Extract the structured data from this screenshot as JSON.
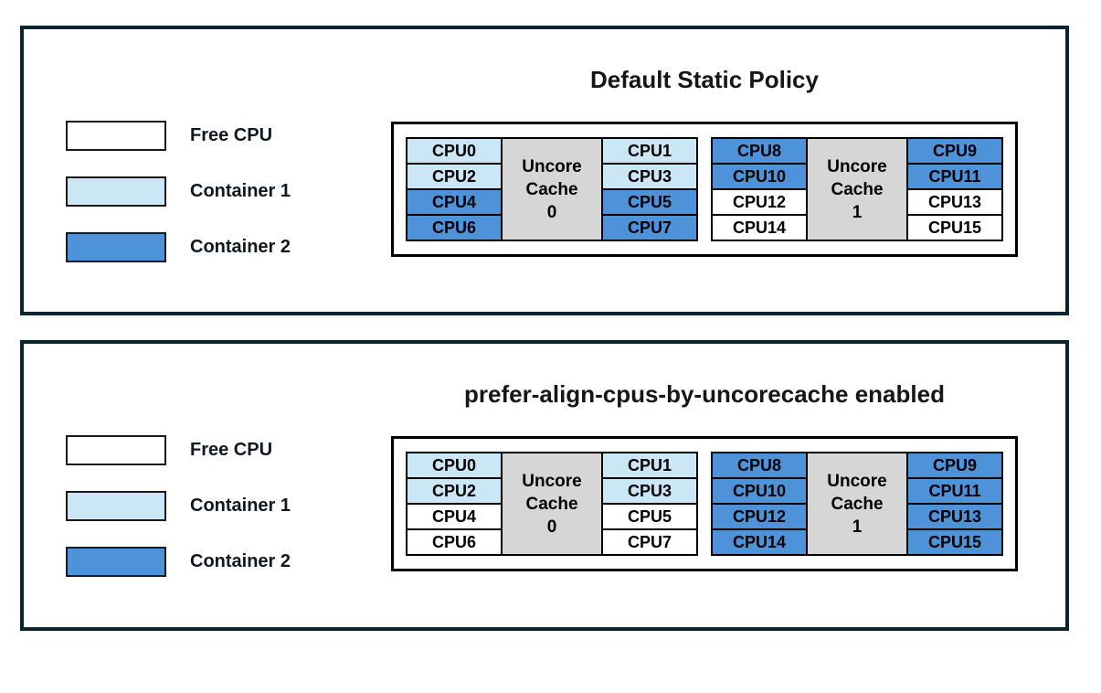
{
  "colors": {
    "free": "#ffffff",
    "container1": "#cbe7f6",
    "container2": "#4e93d9",
    "uncore_cache": "#d6d6d6",
    "panel_border": "#0a2433",
    "cell_border": "#000000"
  },
  "legend": {
    "items": [
      {
        "label": "Free CPU",
        "state": "free"
      },
      {
        "label": "Container 1",
        "state": "container1"
      },
      {
        "label": "Container 2",
        "state": "container2"
      }
    ]
  },
  "panels": [
    {
      "title": "Default Static Policy",
      "groups": [
        {
          "cache_label_lines": [
            "Uncore",
            "Cache",
            "0"
          ],
          "left_cpus": [
            {
              "label": "CPU0",
              "state": "container1"
            },
            {
              "label": "CPU2",
              "state": "container1"
            },
            {
              "label": "CPU4",
              "state": "container2"
            },
            {
              "label": "CPU6",
              "state": "container2"
            }
          ],
          "right_cpus": [
            {
              "label": "CPU1",
              "state": "container1"
            },
            {
              "label": "CPU3",
              "state": "container1"
            },
            {
              "label": "CPU5",
              "state": "container2"
            },
            {
              "label": "CPU7",
              "state": "container2"
            }
          ]
        },
        {
          "cache_label_lines": [
            "Uncore",
            "Cache",
            "1"
          ],
          "left_cpus": [
            {
              "label": "CPU8",
              "state": "container2"
            },
            {
              "label": "CPU10",
              "state": "container2"
            },
            {
              "label": "CPU12",
              "state": "free"
            },
            {
              "label": "CPU14",
              "state": "free"
            }
          ],
          "right_cpus": [
            {
              "label": "CPU9",
              "state": "container2"
            },
            {
              "label": "CPU11",
              "state": "container2"
            },
            {
              "label": "CPU13",
              "state": "free"
            },
            {
              "label": "CPU15",
              "state": "free"
            }
          ]
        }
      ]
    },
    {
      "title": "prefer-align-cpus-by-uncorecache enabled",
      "groups": [
        {
          "cache_label_lines": [
            "Uncore",
            "Cache",
            "0"
          ],
          "left_cpus": [
            {
              "label": "CPU0",
              "state": "container1"
            },
            {
              "label": "CPU2",
              "state": "container1"
            },
            {
              "label": "CPU4",
              "state": "free"
            },
            {
              "label": "CPU6",
              "state": "free"
            }
          ],
          "right_cpus": [
            {
              "label": "CPU1",
              "state": "container1"
            },
            {
              "label": "CPU3",
              "state": "container1"
            },
            {
              "label": "CPU5",
              "state": "free"
            },
            {
              "label": "CPU7",
              "state": "free"
            }
          ]
        },
        {
          "cache_label_lines": [
            "Uncore",
            "Cache",
            "1"
          ],
          "left_cpus": [
            {
              "label": "CPU8",
              "state": "container2"
            },
            {
              "label": "CPU10",
              "state": "container2"
            },
            {
              "label": "CPU12",
              "state": "container2"
            },
            {
              "label": "CPU14",
              "state": "container2"
            }
          ],
          "right_cpus": [
            {
              "label": "CPU9",
              "state": "container2"
            },
            {
              "label": "CPU11",
              "state": "container2"
            },
            {
              "label": "CPU13",
              "state": "container2"
            },
            {
              "label": "CPU15",
              "state": "container2"
            }
          ]
        }
      ]
    }
  ]
}
